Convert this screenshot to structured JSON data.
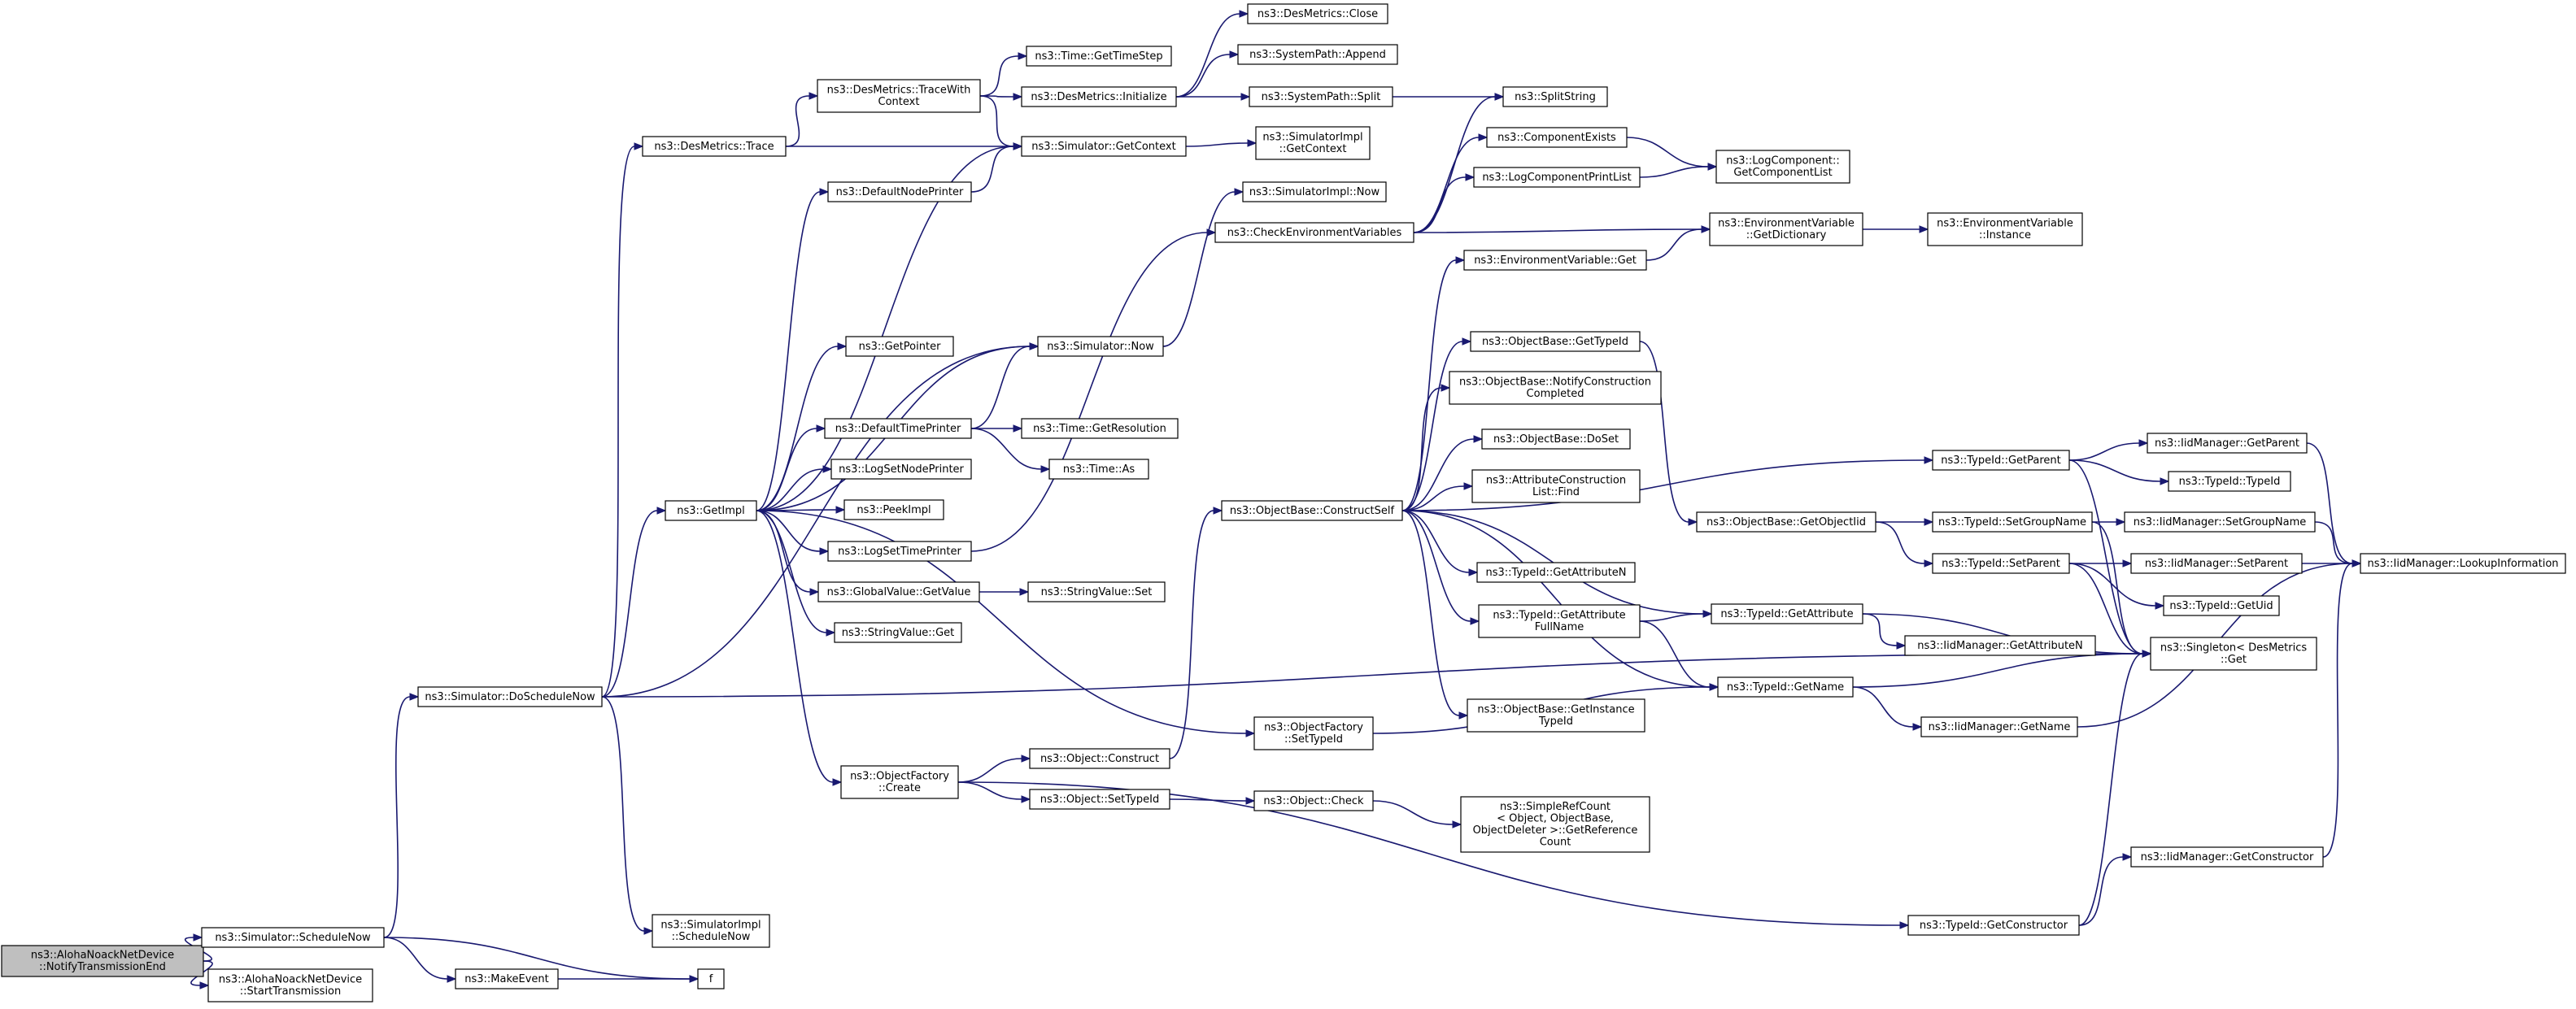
{
  "diagram": {
    "nodes": [
      {
        "id": "n0",
        "lines": [
          "ns3::AlohaNoackNetDevice",
          "::NotifyTransmissionEnd"
        ],
        "root": true
      },
      {
        "id": "n1",
        "lines": [
          "ns3::Simulator::ScheduleNow"
        ]
      },
      {
        "id": "n2",
        "lines": [
          "ns3::AlohaNoackNetDevice",
          "::StartTransmission"
        ]
      },
      {
        "id": "n3",
        "lines": [
          "ns3::Simulator::DoScheduleNow"
        ]
      },
      {
        "id": "n4",
        "lines": [
          "ns3::MakeEvent"
        ]
      },
      {
        "id": "n5",
        "lines": [
          "f"
        ]
      },
      {
        "id": "n6",
        "lines": [
          "ns3::SimulatorImpl",
          "::ScheduleNow"
        ]
      },
      {
        "id": "n7",
        "lines": [
          "ns3::GetImpl"
        ]
      },
      {
        "id": "n8",
        "lines": [
          "ns3::DesMetrics::Trace"
        ]
      },
      {
        "id": "n9",
        "lines": [
          "ns3::DesMetrics::TraceWith",
          "Context"
        ]
      },
      {
        "id": "n10",
        "lines": [
          "ns3::DefaultNodePrinter"
        ]
      },
      {
        "id": "n11",
        "lines": [
          "ns3::GetPointer"
        ]
      },
      {
        "id": "n12",
        "lines": [
          "ns3::DefaultTimePrinter"
        ]
      },
      {
        "id": "n13",
        "lines": [
          "ns3::LogSetNodePrinter"
        ]
      },
      {
        "id": "n14",
        "lines": [
          "ns3::PeekImpl"
        ]
      },
      {
        "id": "n15",
        "lines": [
          "ns3::LogSetTimePrinter"
        ]
      },
      {
        "id": "n16",
        "lines": [
          "ns3::GlobalValue::GetValue"
        ]
      },
      {
        "id": "n17",
        "lines": [
          "ns3::StringValue::Get"
        ]
      },
      {
        "id": "n18",
        "lines": [
          "ns3::ObjectFactory",
          "::Create"
        ]
      },
      {
        "id": "n19",
        "lines": [
          "ns3::Time::GetTimeStep"
        ]
      },
      {
        "id": "n20",
        "lines": [
          "ns3::DesMetrics::Initialize"
        ]
      },
      {
        "id": "n21",
        "lines": [
          "ns3::Simulator::GetContext"
        ]
      },
      {
        "id": "n22",
        "lines": [
          "ns3::Simulator::Now"
        ]
      },
      {
        "id": "n23",
        "lines": [
          "ns3::Time::GetResolution"
        ]
      },
      {
        "id": "n24",
        "lines": [
          "ns3::Time::As"
        ]
      },
      {
        "id": "n25",
        "lines": [
          "ns3::StringValue::Set"
        ]
      },
      {
        "id": "n26",
        "lines": [
          "ns3::Object::Construct"
        ]
      },
      {
        "id": "n27",
        "lines": [
          "ns3::Object::SetTypeId"
        ]
      },
      {
        "id": "n28",
        "lines": [
          "ns3::DesMetrics::Close"
        ]
      },
      {
        "id": "n29",
        "lines": [
          "ns3::SystemPath::Append"
        ]
      },
      {
        "id": "n30",
        "lines": [
          "ns3::SystemPath::Split"
        ]
      },
      {
        "id": "n31",
        "lines": [
          "ns3::SimulatorImpl",
          "::GetContext"
        ]
      },
      {
        "id": "n32",
        "lines": [
          "ns3::SimulatorImpl::Now"
        ]
      },
      {
        "id": "n33",
        "lines": [
          "ns3::CheckEnvironmentVariables"
        ]
      },
      {
        "id": "n34",
        "lines": [
          "ns3::ObjectBase::ConstructSelf"
        ]
      },
      {
        "id": "n35",
        "lines": [
          "ns3::ObjectFactory",
          "::SetTypeId"
        ]
      },
      {
        "id": "n36",
        "lines": [
          "ns3::Object::Check"
        ]
      },
      {
        "id": "n37",
        "lines": [
          "ns3::SplitString"
        ]
      },
      {
        "id": "n38",
        "lines": [
          "ns3::ComponentExists"
        ]
      },
      {
        "id": "n39",
        "lines": [
          "ns3::LogComponentPrintList"
        ]
      },
      {
        "id": "n40",
        "lines": [
          "ns3::EnvironmentVariable::Get"
        ]
      },
      {
        "id": "n41",
        "lines": [
          "ns3::ObjectBase::GetTypeId"
        ]
      },
      {
        "id": "n42",
        "lines": [
          "ns3::ObjectBase::NotifyConstruction",
          "Completed"
        ]
      },
      {
        "id": "n43",
        "lines": [
          "ns3::ObjectBase::DoSet"
        ]
      },
      {
        "id": "n44",
        "lines": [
          "ns3::AttributeConstruction",
          "List::Find"
        ]
      },
      {
        "id": "n45",
        "lines": [
          "ns3::TypeId::GetAttributeN"
        ]
      },
      {
        "id": "n46",
        "lines": [
          "ns3::TypeId::GetAttribute",
          "FullName"
        ]
      },
      {
        "id": "n47",
        "lines": [
          "ns3::ObjectBase::GetInstance",
          "TypeId"
        ]
      },
      {
        "id": "n48",
        "lines": [
          "ns3::SimpleRefCount",
          "< Object, ObjectBase,",
          "ObjectDeleter >::GetReference",
          "Count"
        ]
      },
      {
        "id": "n49",
        "lines": [
          "ns3::LogComponent::",
          "GetComponentList"
        ]
      },
      {
        "id": "n50",
        "lines": [
          "ns3::EnvironmentVariable",
          "::GetDictionary"
        ]
      },
      {
        "id": "n51",
        "lines": [
          "ns3::ObjectBase::GetObjectIid"
        ]
      },
      {
        "id": "n52",
        "lines": [
          "ns3::TypeId::GetAttribute"
        ]
      },
      {
        "id": "n53",
        "lines": [
          "ns3::TypeId::GetName"
        ]
      },
      {
        "id": "n54",
        "lines": [
          "ns3::EnvironmentVariable",
          "::Instance"
        ]
      },
      {
        "id": "n55",
        "lines": [
          "ns3::TypeId::GetParent"
        ]
      },
      {
        "id": "n56",
        "lines": [
          "ns3::TypeId::SetGroupName"
        ]
      },
      {
        "id": "n57",
        "lines": [
          "ns3::TypeId::SetParent"
        ]
      },
      {
        "id": "n58",
        "lines": [
          "ns3::IidManager::GetAttributeN"
        ]
      },
      {
        "id": "n59",
        "lines": [
          "ns3::IidManager::GetName"
        ]
      },
      {
        "id": "n60",
        "lines": [
          "ns3::IidManager::GetConstructor"
        ]
      },
      {
        "id": "n61",
        "lines": [
          "ns3::TypeId::GetConstructor"
        ]
      },
      {
        "id": "n62",
        "lines": [
          "ns3::IidManager::GetParent"
        ]
      },
      {
        "id": "n63",
        "lines": [
          "ns3::TypeId::TypeId"
        ]
      },
      {
        "id": "n64",
        "lines": [
          "ns3::IidManager::SetGroupName"
        ]
      },
      {
        "id": "n65",
        "lines": [
          "ns3::IidManager::SetParent"
        ]
      },
      {
        "id": "n66",
        "lines": [
          "ns3::TypeId::GetUid"
        ]
      },
      {
        "id": "n67",
        "lines": [
          "ns3::Singleton< DesMetrics",
          "::Get"
        ]
      },
      {
        "id": "n68",
        "lines": [
          "ns3::IidManager::LookupInformation"
        ]
      }
    ],
    "edges": [
      [
        "n0",
        "n1"
      ],
      [
        "n0",
        "n2"
      ],
      [
        "n1",
        "n3"
      ],
      [
        "n1",
        "n4"
      ],
      [
        "n1",
        "n5"
      ],
      [
        "n4",
        "n5"
      ],
      [
        "n3",
        "n6"
      ],
      [
        "n3",
        "n7"
      ],
      [
        "n3",
        "n8"
      ],
      [
        "n3",
        "n22"
      ],
      [
        "n3",
        "n67"
      ],
      [
        "n8",
        "n9"
      ],
      [
        "n8",
        "n21"
      ],
      [
        "n9",
        "n19"
      ],
      [
        "n9",
        "n20"
      ],
      [
        "n9",
        "n21"
      ],
      [
        "n20",
        "n28"
      ],
      [
        "n20",
        "n29"
      ],
      [
        "n20",
        "n30"
      ],
      [
        "n30",
        "n37"
      ],
      [
        "n21",
        "n31"
      ],
      [
        "n7",
        "n10"
      ],
      [
        "n7",
        "n11"
      ],
      [
        "n7",
        "n12"
      ],
      [
        "n7",
        "n13"
      ],
      [
        "n7",
        "n14"
      ],
      [
        "n7",
        "n15"
      ],
      [
        "n7",
        "n16"
      ],
      [
        "n7",
        "n17"
      ],
      [
        "n7",
        "n18"
      ],
      [
        "n7",
        "n21"
      ],
      [
        "n7",
        "n22"
      ],
      [
        "n7",
        "n35"
      ],
      [
        "n10",
        "n21"
      ],
      [
        "n12",
        "n22"
      ],
      [
        "n12",
        "n23"
      ],
      [
        "n12",
        "n24"
      ],
      [
        "n22",
        "n32"
      ],
      [
        "n15",
        "n33"
      ],
      [
        "n16",
        "n25"
      ],
      [
        "n33",
        "n37"
      ],
      [
        "n33",
        "n38"
      ],
      [
        "n33",
        "n39"
      ],
      [
        "n33",
        "n50"
      ],
      [
        "n38",
        "n49"
      ],
      [
        "n39",
        "n49"
      ],
      [
        "n50",
        "n54"
      ],
      [
        "n40",
        "n50"
      ],
      [
        "n18",
        "n26"
      ],
      [
        "n18",
        "n27"
      ],
      [
        "n18",
        "n61"
      ],
      [
        "n26",
        "n34"
      ],
      [
        "n27",
        "n36"
      ],
      [
        "n36",
        "n48"
      ],
      [
        "n34",
        "n40"
      ],
      [
        "n34",
        "n41"
      ],
      [
        "n34",
        "n42"
      ],
      [
        "n34",
        "n43"
      ],
      [
        "n34",
        "n44"
      ],
      [
        "n34",
        "n45"
      ],
      [
        "n34",
        "n46"
      ],
      [
        "n34",
        "n47"
      ],
      [
        "n34",
        "n52"
      ],
      [
        "n34",
        "n53"
      ],
      [
        "n34",
        "n55"
      ],
      [
        "n35",
        "n53"
      ],
      [
        "n41",
        "n51"
      ],
      [
        "n51",
        "n56"
      ],
      [
        "n51",
        "n57"
      ],
      [
        "n46",
        "n52"
      ],
      [
        "n46",
        "n53"
      ],
      [
        "n52",
        "n58"
      ],
      [
        "n52",
        "n67"
      ],
      [
        "n53",
        "n59"
      ],
      [
        "n53",
        "n67"
      ],
      [
        "n55",
        "n62"
      ],
      [
        "n55",
        "n63"
      ],
      [
        "n55",
        "n67"
      ],
      [
        "n56",
        "n64"
      ],
      [
        "n56",
        "n67"
      ],
      [
        "n57",
        "n65"
      ],
      [
        "n57",
        "n66"
      ],
      [
        "n57",
        "n67"
      ],
      [
        "n59",
        "n68"
      ],
      [
        "n62",
        "n68"
      ],
      [
        "n64",
        "n68"
      ],
      [
        "n65",
        "n68"
      ],
      [
        "n60",
        "n68"
      ],
      [
        "n61",
        "n60"
      ],
      [
        "n61",
        "n67"
      ]
    ]
  }
}
